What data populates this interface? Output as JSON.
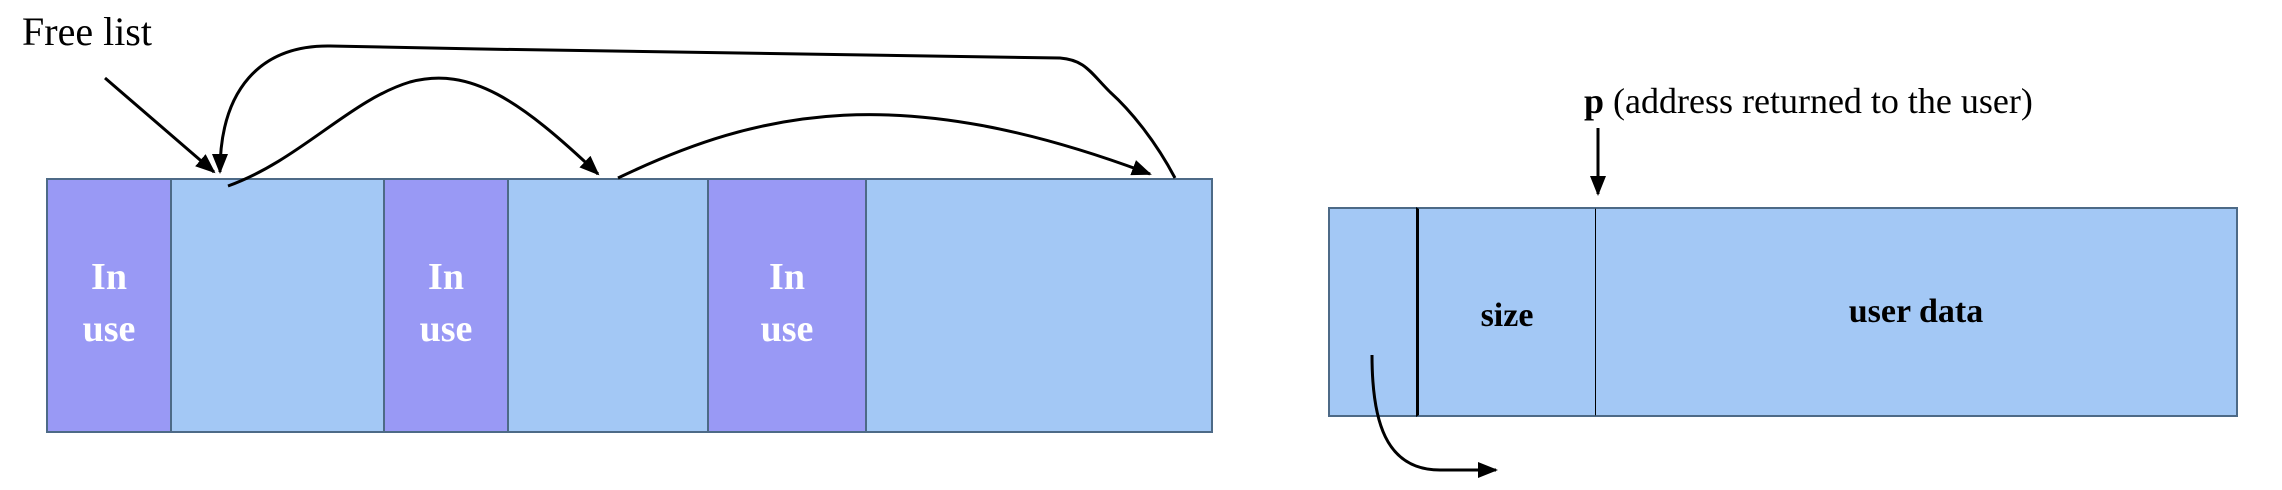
{
  "left_diagram": {
    "free_list_label": "Free list",
    "blocks": [
      {
        "kind": "used",
        "text_line1": "In",
        "text_line2": "use"
      },
      {
        "kind": "free"
      },
      {
        "kind": "used",
        "text_line1": "In",
        "text_line2": "use"
      },
      {
        "kind": "free"
      },
      {
        "kind": "used",
        "text_line1": "In",
        "text_line2": "use"
      },
      {
        "kind": "free"
      }
    ]
  },
  "right_diagram": {
    "pointer_label_bold": "p",
    "pointer_label_rest": " (address returned to the user)",
    "size_label": "size",
    "user_data_label": "user data"
  },
  "colors": {
    "free_block": "#a3c8f5",
    "used_block": "#9999f5",
    "arrow": "#000000"
  }
}
